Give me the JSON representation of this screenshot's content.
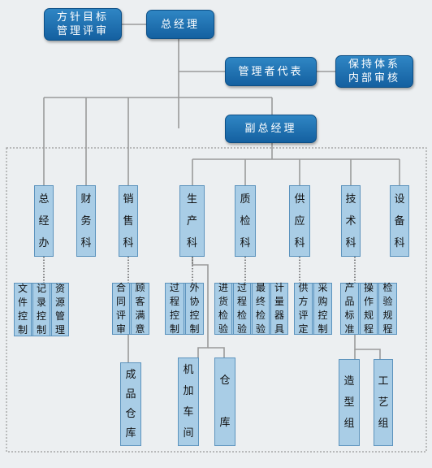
{
  "top": {
    "policy": "方针目标\n管理评审",
    "gm": "总经理",
    "rep": "管理者代表",
    "audit": "保持体系\n内部审核",
    "vgm": "副总经理"
  },
  "departments": {
    "gm_office": "总\n经\n办",
    "finance": "财\n务\n科",
    "sales": "销\n售\n科",
    "production": "生\n产\n科",
    "quality": "质\n检\n科",
    "supply": "供\n应\n科",
    "technical": "技\n术\n科",
    "equipment": "设\n备\n科"
  },
  "functions": {
    "doc_control": "文件\n控制",
    "record_control": "记录\n控制",
    "resource_mgmt": "资源\n管理",
    "contract_review": "合同\n评审",
    "customer_satisfaction": "顾客\n满意",
    "process_control": "过程\n控制",
    "outsourcing_control": "外协\n控制",
    "incoming_inspection": "进货\n检验",
    "process_inspection": "过程\n检验",
    "final_inspection": "最终\n检验",
    "measuring_tools": "计量\n器具",
    "supplier_evaluation": "供方\n评定",
    "purchase_control": "采购\n控制",
    "product_standard": "产品\n标准",
    "operating_procedure": "操作\n规程",
    "inspection_procedure": "检验\n规程"
  },
  "units": {
    "product_warehouse": "成\n品\n仓\n库",
    "machining_workshop": "机\n加\n车\n间",
    "warehouse": "仓\n\n库",
    "modeling_group": "造\n型\n组",
    "process_group": "工\n艺\n组"
  },
  "colors": {
    "header_fill": "#1e6fb3",
    "box_fill": "#a9cde6",
    "box_border": "#5c93bd",
    "line": "#9a9a9a",
    "background": "#eceff1"
  }
}
